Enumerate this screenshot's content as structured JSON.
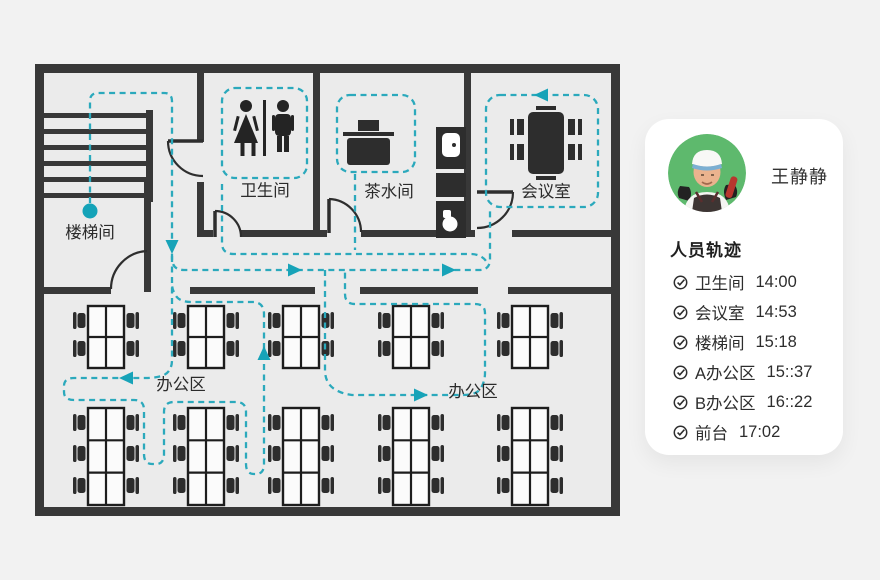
{
  "floor_plan": {
    "rooms": {
      "stairwell": "楼梯间",
      "restroom": "卫生间",
      "pantry": "茶水间",
      "meeting": "会议室",
      "office_a": "办公区",
      "office_b": "办公区"
    },
    "colors": {
      "wall": "#383838",
      "floor": "#ebebeb",
      "furniture": "#2d2d2d",
      "path_teal": "#2ba9bc",
      "start_dot": "#14a3b8"
    }
  },
  "panel": {
    "name": "王静静",
    "section_title": "人员轨迹",
    "avatar_bg": "#5eb96d",
    "trail": [
      {
        "place": "卫生间",
        "time": "14:00"
      },
      {
        "place": "会议室",
        "time": "14:53"
      },
      {
        "place": "楼梯间",
        "time": "15:18"
      },
      {
        "place": "A办公区",
        "time": "15::37"
      },
      {
        "place": "B办公区",
        "time": "16::22"
      },
      {
        "place": "前台",
        "time": "17:02"
      }
    ]
  }
}
